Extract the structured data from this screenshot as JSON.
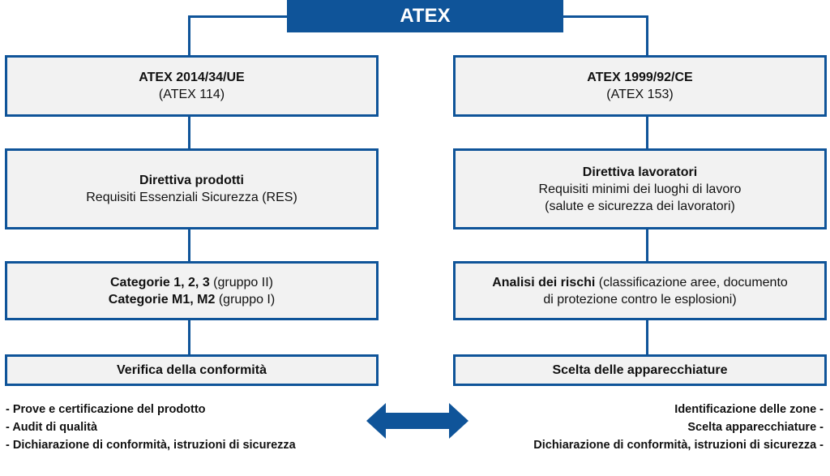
{
  "title": "ATEX",
  "left": {
    "box1": {
      "title": "ATEX 2014/34/UE",
      "sub": "(ATEX 114)"
    },
    "box2": {
      "title": "Direttiva prodotti",
      "sub": "Requisiti Essenziali Sicurezza (RES)"
    },
    "box3": {
      "l1_bold": "Categorie 1, 2, 3",
      "l1_rest": " (gruppo II)",
      "l2_bold": "Categorie M1, M2",
      "l2_rest": " (gruppo I)"
    },
    "box4": {
      "title": "Verifica della conformità"
    },
    "bullets": [
      "- Prove e certificazione del prodotto",
      "- Audit di qualità",
      "- Dichiarazione di conformità, istruzioni di sicurezza"
    ]
  },
  "right": {
    "box1": {
      "title": "ATEX 1999/92/CE",
      "sub": "(ATEX 153)"
    },
    "box2": {
      "title": "Direttiva lavoratori",
      "sub1": "Requisiti minimi dei luoghi di lavoro",
      "sub2": "(salute e sicurezza dei lavoratori)"
    },
    "box3": {
      "bold": "Analisi dei rischi",
      "rest1": " (classificazione aree, documento",
      "rest2": "di protezione contro le esplosioni)"
    },
    "box4": {
      "title": "Scelta delle apparecchiature"
    },
    "bullets": [
      "Identificazione delle zone -",
      "Scelta apparecchiature -",
      "Dichiarazione di conformità, istruzioni di sicurezza -"
    ]
  },
  "colors": {
    "accent": "#0f5499",
    "box_fill": "#f2f2f2"
  }
}
